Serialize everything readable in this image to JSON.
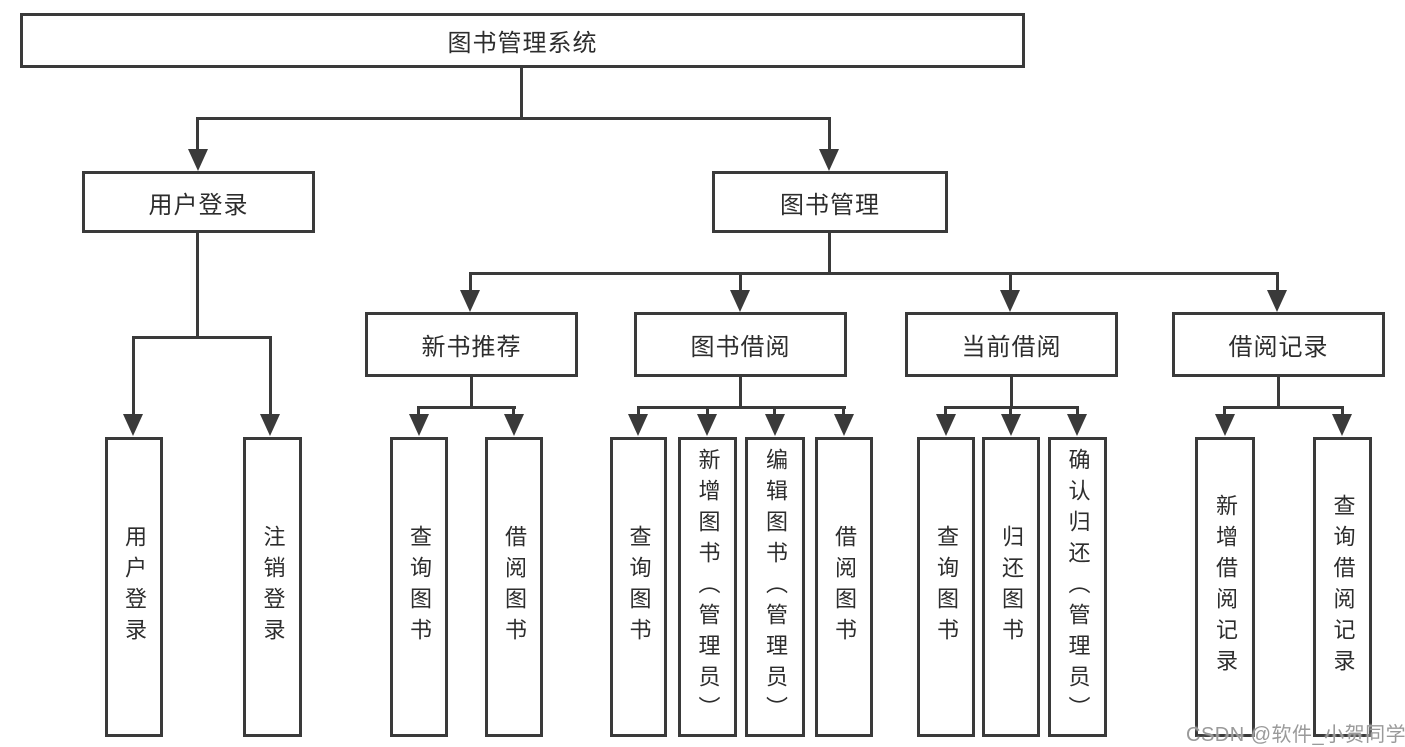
{
  "tree": {
    "label": "图书管理系统",
    "children": [
      {
        "label": "用户登录",
        "children": [
          {
            "label": "用户登录"
          },
          {
            "label": "注销登录"
          }
        ]
      },
      {
        "label": "图书管理",
        "children": [
          {
            "label": "新书推荐",
            "children": [
              {
                "label": "查询图书"
              },
              {
                "label": "借阅图书"
              }
            ]
          },
          {
            "label": "图书借阅",
            "children": [
              {
                "label": "查询图书"
              },
              {
                "label": "新增图书（管理员）"
              },
              {
                "label": "编辑图书（管理员）"
              },
              {
                "label": "借阅图书"
              }
            ]
          },
          {
            "label": "当前借阅",
            "children": [
              {
                "label": "查询图书"
              },
              {
                "label": "归还图书"
              },
              {
                "label": "确认归还（管理员）"
              }
            ]
          },
          {
            "label": "借阅记录",
            "children": [
              {
                "label": "新增借阅记录"
              },
              {
                "label": "查询借阅记录"
              }
            ]
          }
        ]
      }
    ]
  },
  "watermark": {
    "text": "CSDN @软件_小贺同学"
  },
  "colors": {
    "line": "#3a3a3a",
    "box_border": "#3a3a3a",
    "box_fill": "#ffffff",
    "text": "#2d2d2d",
    "watermark": "#9a9a9a",
    "background": "#ffffff"
  }
}
